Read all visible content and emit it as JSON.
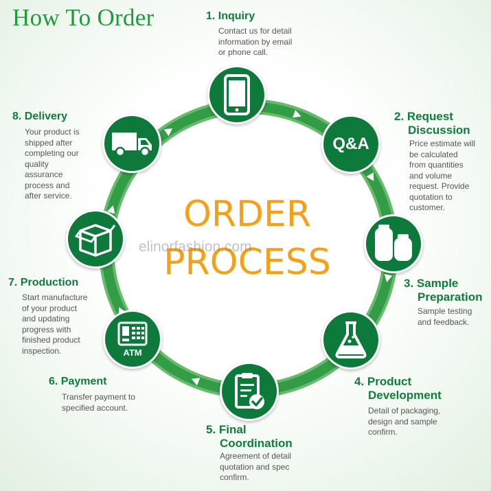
{
  "header": {
    "title": "How To Order"
  },
  "center": {
    "line1": "ORDER",
    "line2": "PROCESS"
  },
  "watermark": "elinorfashion.com",
  "colors": {
    "node": "#0d7a3c",
    "ring": "#3aa64a",
    "title": "#1f9a3a",
    "step_title": "#0f7d3a",
    "center_text": "#f5a017"
  },
  "steps": [
    {
      "title": "1. Inquiry",
      "desc": [
        "Contact us for detail",
        "information by email",
        "or phone call."
      ],
      "icon": "smartphone-icon"
    },
    {
      "title": [
        "2. Request",
        "Discussion"
      ],
      "desc": [
        "Price estimate will",
        "be calculated",
        "from quantities",
        "and volume",
        "request. Provide",
        "quotation to",
        "customer."
      ],
      "icon": "qa-icon",
      "icon_text": "Q&A"
    },
    {
      "title": [
        "3. Sample",
        "Preparation"
      ],
      "desc": [
        "Sample testing",
        "and feedback."
      ],
      "icon": "bottles-icon"
    },
    {
      "title": [
        "4. Product",
        "Development"
      ],
      "desc": [
        "Detail of packaging,",
        "design and sample",
        "confirm."
      ],
      "icon": "flask-icon"
    },
    {
      "title": [
        "5. Final",
        "Coordination"
      ],
      "desc": [
        "Agreement of detail",
        "quotation and spec",
        "confirm."
      ],
      "icon": "clipboard-check-icon"
    },
    {
      "title": "6. Payment",
      "desc": [
        "Transfer payment to",
        "specified account."
      ],
      "icon": "atm-icon",
      "icon_text": "ATM"
    },
    {
      "title": "7. Production",
      "desc": [
        "Start manufacture",
        "of your product",
        "and updating",
        "progress with",
        "finished product",
        "inspection."
      ],
      "icon": "box-icon"
    },
    {
      "title": "8. Delivery",
      "desc": [
        "Your product is",
        "shipped after",
        "completing our",
        "quality",
        "assurance",
        "process and",
        "after service."
      ],
      "icon": "delivery-van-icon"
    }
  ]
}
